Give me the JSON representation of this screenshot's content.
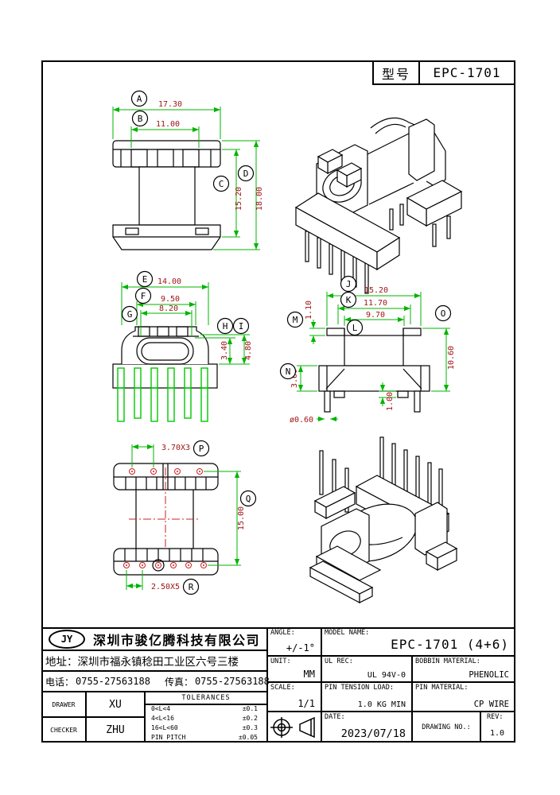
{
  "colors": {
    "dim_line": "#00b400",
    "dim_text": "#a01616",
    "part_line": "#000000",
    "pin_highlight": "#00c800",
    "center_line": "#cc2020"
  },
  "model_box": {
    "label": "型号",
    "value": "EPC-1701"
  },
  "labels": {
    "A": "A",
    "B": "B",
    "C": "C",
    "D": "D",
    "E": "E",
    "F": "F",
    "G": "G",
    "H": "H",
    "I": "I",
    "J": "J",
    "K": "K",
    "L": "L",
    "M": "M",
    "N": "N",
    "O": "O",
    "P": "P",
    "Q": "Q",
    "R": "R"
  },
  "dims": {
    "A": "17.30",
    "B": "11.00",
    "C": "15.20",
    "D": "18.00",
    "E": "14.00",
    "F": "9.50",
    "G": "8.20",
    "H": "3.40",
    "I": "4.80",
    "J": "15.20",
    "K": "11.70",
    "L": "9.70",
    "M": "1.10",
    "N": "3.60",
    "O": "10.60",
    "P": "3.70X3",
    "Q": "15.00",
    "R": "2.50X5"
  },
  "extra_dims": {
    "pin_length": "1.00",
    "pin_diameter": "ø0.60"
  },
  "title_block": {
    "company": {
      "logo": "JY",
      "name": "深圳市骏亿腾科技有限公司",
      "address_label": "地址：",
      "address": "深圳市福永镇稔田工业区六号三楼",
      "phone_label": "电话：",
      "phone": "0755-27563188",
      "fax_label": "传真：",
      "fax": "0755-27563188"
    },
    "drawer": {
      "label": "DRAWER",
      "value": "XU"
    },
    "checker": {
      "label": "CHECKER",
      "value": "ZHU"
    },
    "tolerances": {
      "title": "TOLERANCES",
      "rows": [
        {
          "range": "0<L<4",
          "tol": "±0.1"
        },
        {
          "range": "4<L<16",
          "tol": "±0.2"
        },
        {
          "range": "16<L<60",
          "tol": "±0.3"
        },
        {
          "range": "PIN PITCH",
          "tol": "±0.05"
        }
      ]
    },
    "angle": {
      "label": "ANGLE:",
      "value": "+/-1°"
    },
    "unit": {
      "label": "UNIT:",
      "value": "MM"
    },
    "scale": {
      "label": "SCALE:",
      "value": "1/1"
    },
    "model": {
      "label": "MODEL NAME:",
      "value": "EPC-1701 (4+6)"
    },
    "ul": {
      "label": "UL REC:",
      "value": "UL 94V-0"
    },
    "bobbin_material": {
      "label": "BOBBIN MATERIAL:",
      "value": "PHENOLIC"
    },
    "pin_tension": {
      "label": "PIN TENSION LOAD:",
      "value": "1.0 KG MIN"
    },
    "pin_material": {
      "label": "PIN MATERIAL:",
      "value": "CP WIRE"
    },
    "date": {
      "label": "DATE:",
      "value": "2023/07/18"
    },
    "drawing_no": {
      "label": "DRAWING NO.:",
      "value": ""
    },
    "rev": {
      "label": "REV:",
      "value": "1.0"
    }
  }
}
